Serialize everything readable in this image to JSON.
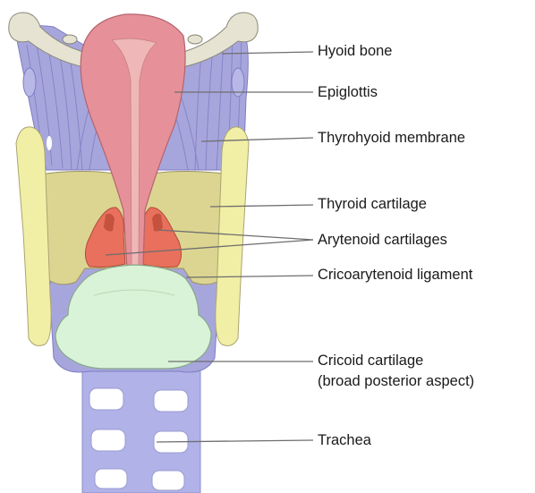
{
  "labels": {
    "hyoid_bone": "Hyoid bone",
    "epiglottis": "Epiglottis",
    "thyrohyoid_membrane": "Thyrohyoid membrane",
    "thyroid_cartilage": "Thyroid cartilage",
    "arytenoid_cartilages": "Arytenoid cartilages",
    "cricoarytenoid_ligament": "Cricoarytenoid ligament",
    "cricoid_cartilage": "Cricoid cartilage",
    "cricoid_cartilage_aspect": "(broad posterior aspect)",
    "trachea": "Trachea"
  },
  "colors": {
    "membrane": "#a7a6dc",
    "membrane_lines": "#7d7cc2",
    "hyoid": "#e6e3d2",
    "epiglottis": "#e6919a",
    "epiglottis_inner": "#efb7b8",
    "thyroid": "#dcd591",
    "thyroid_horn": "#f1efa6",
    "arytenoid": "#e8705c",
    "cricoid": "#d8f3d8",
    "trachea": "#b1b2e8",
    "trachea_rings": "#ffffff",
    "outline": "#6d6d8f"
  }
}
